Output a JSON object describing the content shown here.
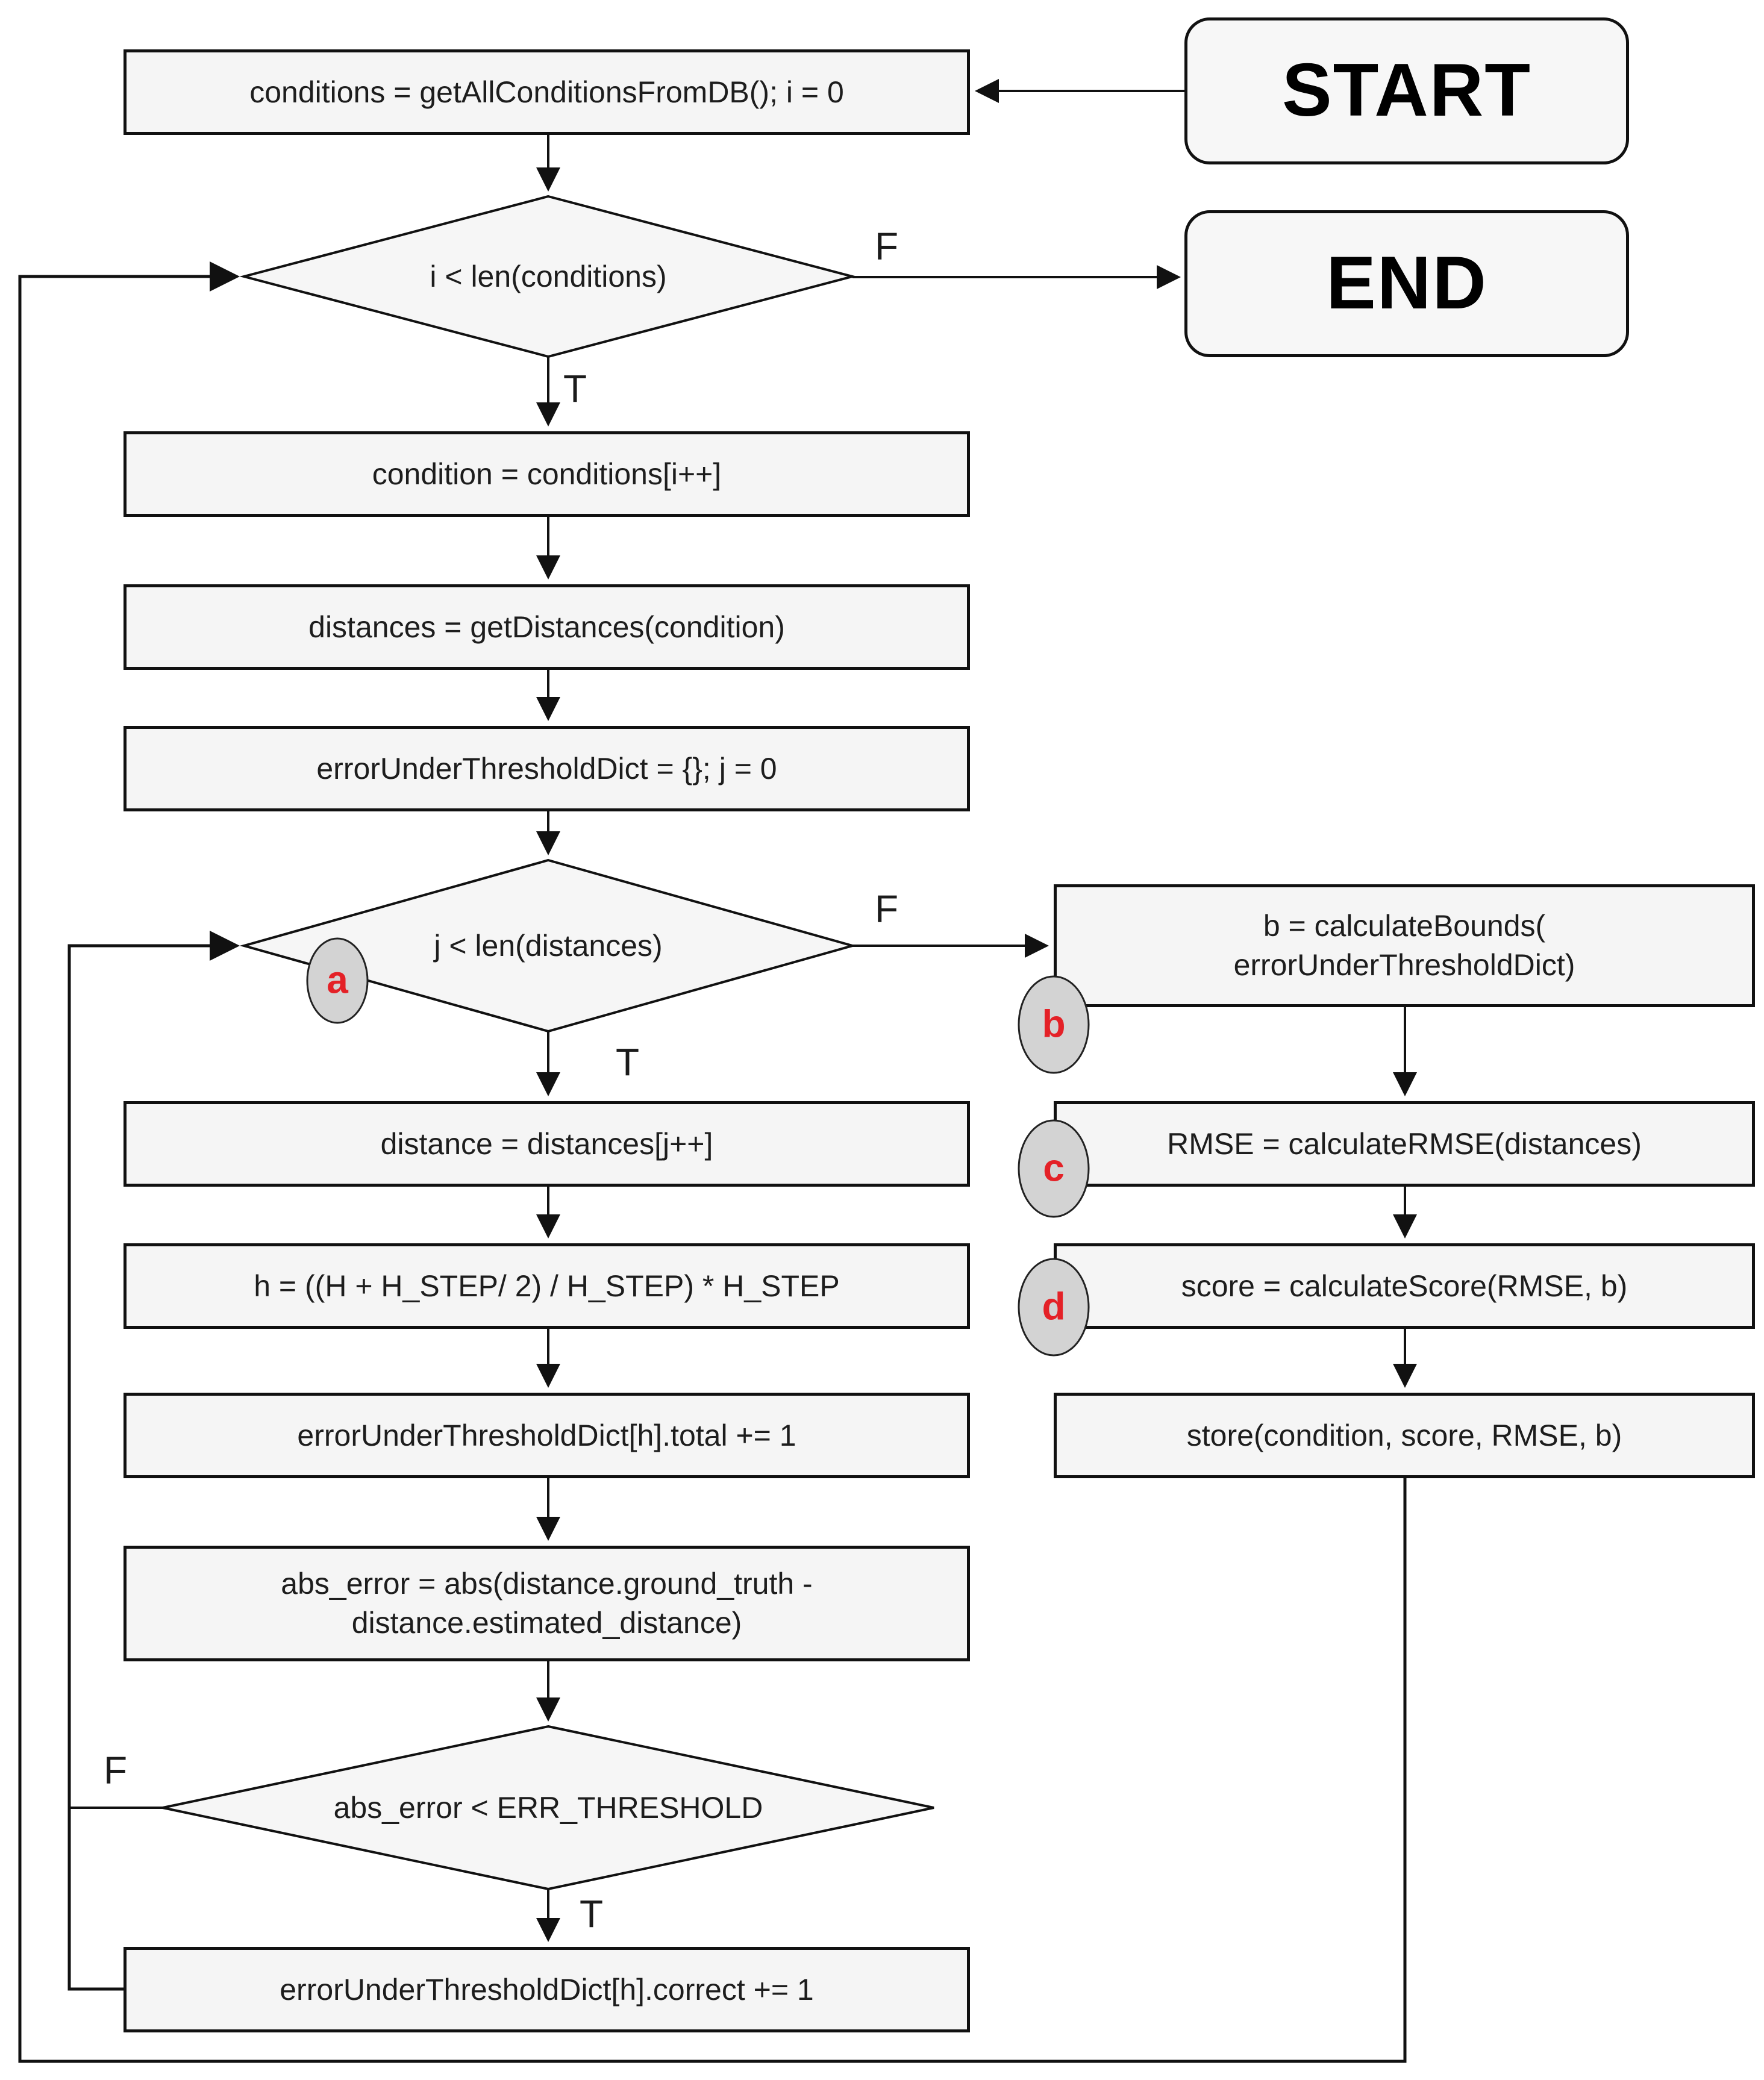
{
  "flowchart": {
    "terminals": {
      "start": "START",
      "end": "END"
    },
    "nodes": {
      "get_conditions": "conditions = getAllConditionsFromDB(); i = 0",
      "cond_loop_check": "i < len(conditions)",
      "next_condition": "condition = conditions[i++]",
      "get_distances": "distances = getDistances(condition)",
      "init_err_dict": "errorUnderThresholdDict = {}; j = 0",
      "dist_loop_check": "j < len(distances)",
      "next_distance": "distance = distances[j++]",
      "compute_h": "h = ((H + H_STEP/ 2) / H_STEP) * H_STEP",
      "inc_total": "errorUnderThresholdDict[h].total += 1",
      "abs_error_line1": "abs_error = abs(distance.ground_truth -",
      "abs_error_line2": "distance.estimated_distance)",
      "abs_check": "abs_error < ERR_THRESHOLD",
      "inc_correct": "errorUnderThresholdDict[h].correct += 1",
      "calc_bounds_line1": "b = calculateBounds(",
      "calc_bounds_line2": "errorUnderThresholdDict)",
      "calc_rmse": "RMSE = calculateRMSE(distances)",
      "calc_score": "score = calculateScore(RMSE, b)",
      "store_result": "store(condition, score, RMSE, b)"
    },
    "branch_labels": {
      "cond_check_false": "F",
      "cond_check_true": "T",
      "dist_check_false": "F",
      "dist_check_true": "T",
      "abs_check_false": "F",
      "abs_check_true": "T"
    },
    "markers": {
      "a": "a",
      "b": "b",
      "c": "c",
      "d": "d"
    },
    "colors": {
      "node_fill": "#f5f5f5",
      "node_border": "#111111",
      "connector": "#111111",
      "marker_fill": "#d3d3d3",
      "marker_letter": "#e42127"
    }
  }
}
